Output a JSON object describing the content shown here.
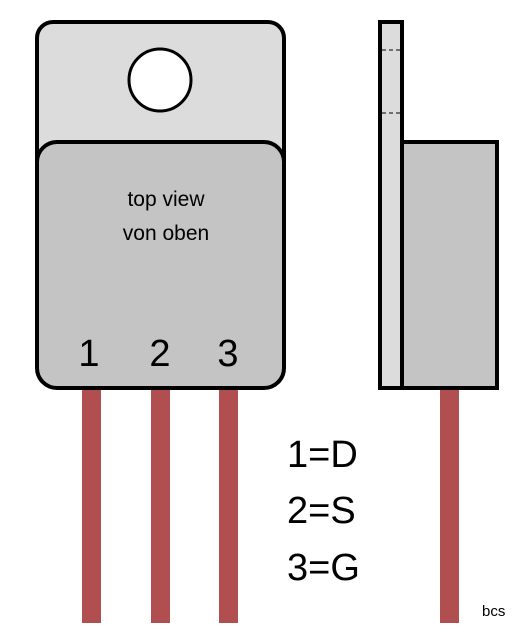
{
  "colors": {
    "tab_fill": "#dcdcdc",
    "body_fill": "#c4c4c4",
    "lead_fill": "#b04e50",
    "outline": "#000000",
    "hole_fill": "#ffffff"
  },
  "top_view": {
    "line1": "top view",
    "line2": "von oben",
    "pin_numbers": [
      "1",
      "2",
      "3"
    ]
  },
  "legend": [
    {
      "text": "1=D"
    },
    {
      "text": "2=S"
    },
    {
      "text": "3=G"
    }
  ],
  "credit": "bcs"
}
